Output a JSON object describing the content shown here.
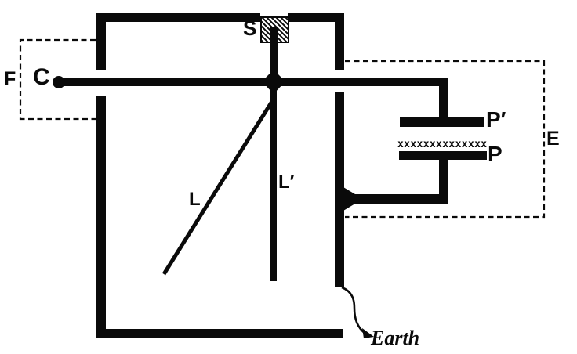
{
  "labels": {
    "F": "F",
    "C": "C",
    "S": "S",
    "L": "L",
    "L_prime": "L′",
    "P_prime": "P′",
    "P": "P",
    "E": "E",
    "earth": "Earth",
    "charges": "xxxxxxxxxxxxxx"
  },
  "colors": {
    "ink": "#0a0a0a",
    "background": "#ffffff"
  }
}
